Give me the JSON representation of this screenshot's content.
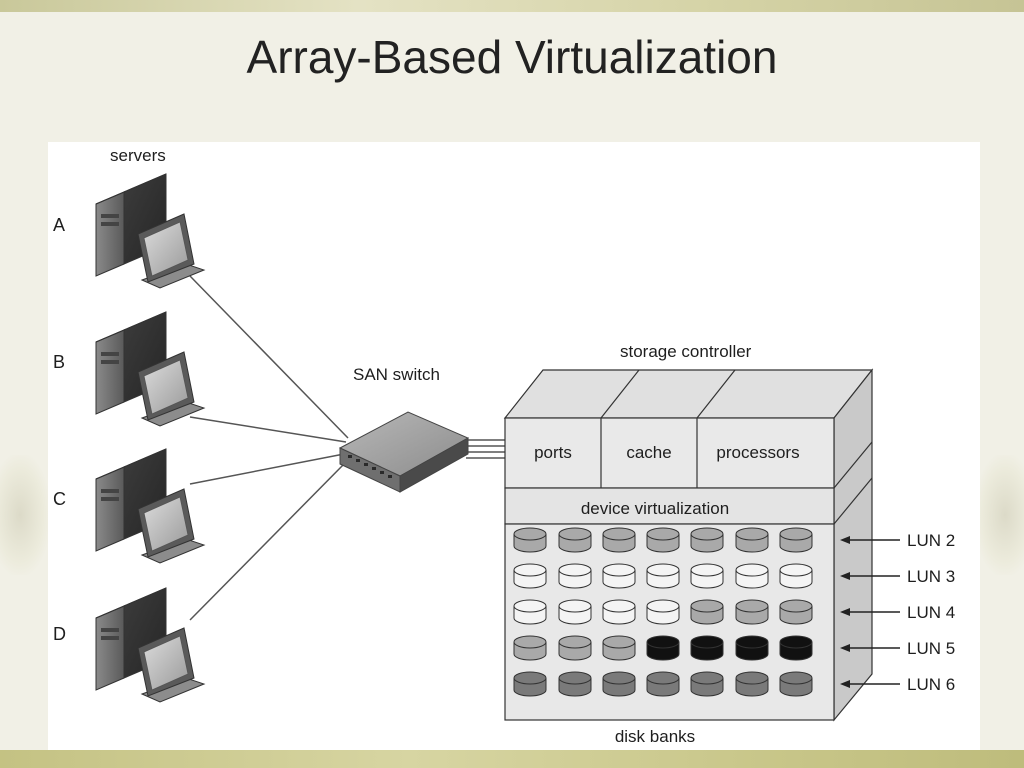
{
  "slide": {
    "title": "Array-Based Virtualization"
  },
  "diagram": {
    "servers_label": "servers",
    "servers": [
      "A",
      "B",
      "C",
      "D"
    ],
    "switch_label": "SAN switch",
    "controller_label": "storage controller",
    "controller_sections": [
      "ports",
      "cache",
      "processors"
    ],
    "virtualization_label": "device virtualization",
    "disk_banks_label": "disk banks",
    "luns": [
      {
        "label": "LUN 2",
        "disks": [
          "med",
          "med",
          "med",
          "med",
          "med",
          "med",
          "med"
        ]
      },
      {
        "label": "LUN 3",
        "disks": [
          "white",
          "white",
          "white",
          "white",
          "white",
          "white",
          "white"
        ]
      },
      {
        "label": "LUN 4",
        "disks": [
          "white",
          "white",
          "white",
          "white",
          "med",
          "med",
          "med"
        ]
      },
      {
        "label": "LUN 5",
        "disks": [
          "med",
          "med",
          "med",
          "black",
          "black",
          "black",
          "black"
        ]
      },
      {
        "label": "LUN 6",
        "disks": [
          "dark",
          "dark",
          "dark",
          "dark",
          "dark",
          "dark",
          "dark"
        ]
      }
    ],
    "colors": {
      "white": "#f4f4f4",
      "med": "#a9a9a9",
      "dark": "#7a7a7a",
      "black": "#111111"
    }
  }
}
